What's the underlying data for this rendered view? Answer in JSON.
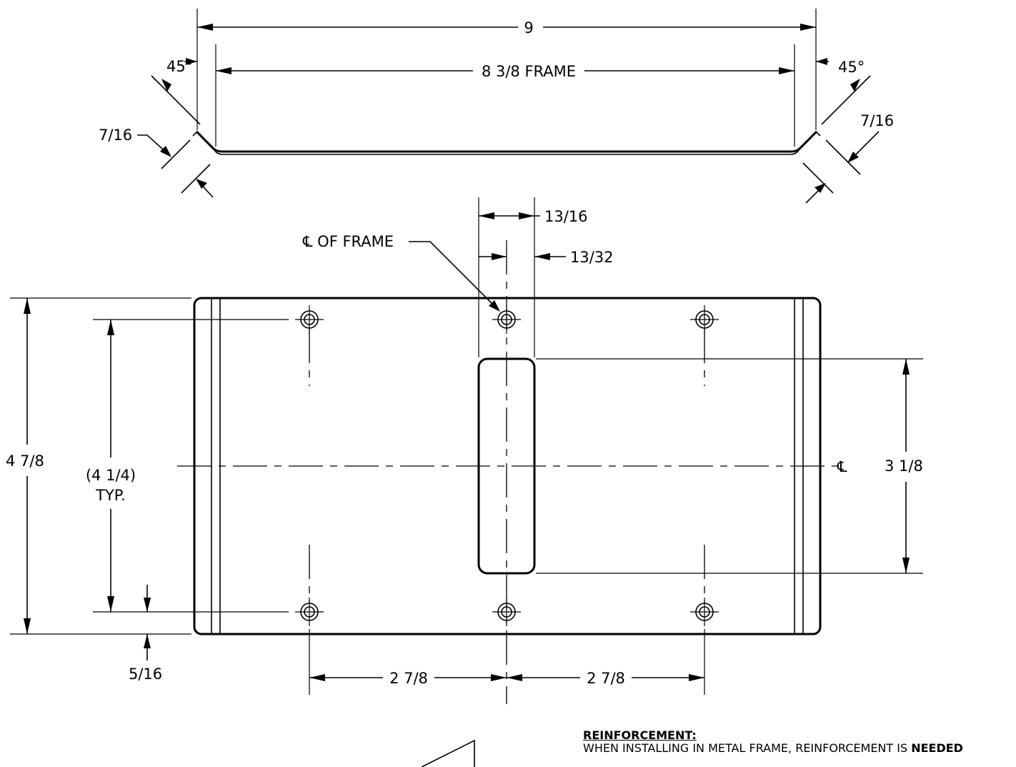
{
  "top_view": {
    "overall_width": "9",
    "frame_width": "8 3/8 FRAME",
    "angle_left": "45°",
    "angle_right": "45°",
    "flange_left": "7/16",
    "flange_right": "7/16"
  },
  "plan_view": {
    "slot_width": "13/16",
    "slot_offset": "13/32",
    "centerline_label": "℄ OF FRAME",
    "overall_height": "4 7/8",
    "hole_spacing_vertical_line1": "(4 1/4)",
    "hole_spacing_vertical_line2": "TYP.",
    "slot_height": "3 1/8",
    "centerline_symbol": "℄",
    "edge_offset": "5/16",
    "hole_spacing_left": "2 7/8",
    "hole_spacing_right": "2 7/8"
  },
  "notes": {
    "heading": "REINFORCEMENT:",
    "text_before_bold": "WHEN INSTALLING IN METAL FRAME, REINFORCEMENT IS ",
    "text_bold": "NEEDED"
  }
}
